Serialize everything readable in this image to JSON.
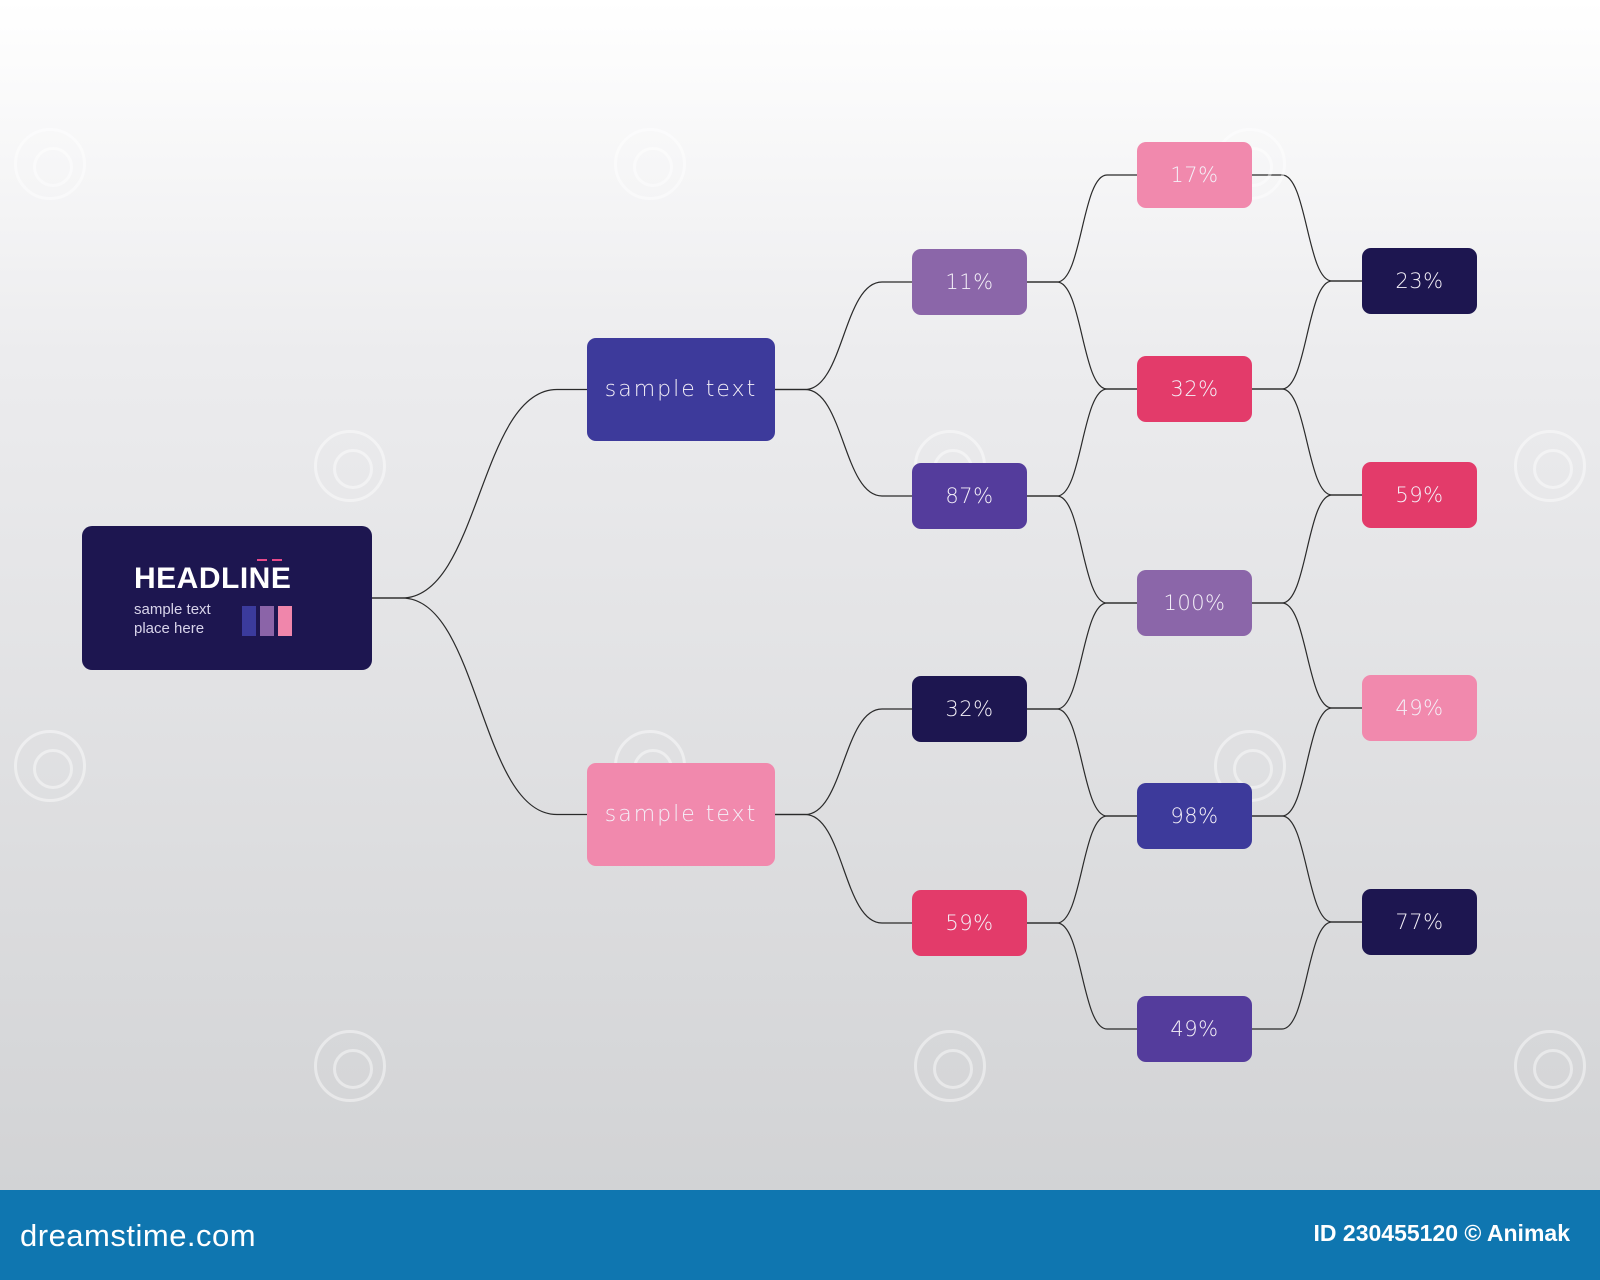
{
  "headline": {
    "title": "HEADLINE",
    "subtitle": "sample text place here",
    "bar_colors": [
      "#3b3b9c",
      "#8b64a8",
      "#f086ab"
    ]
  },
  "nodes": [
    {
      "id": "a",
      "label": "sample text",
      "color": "#3d3a9b"
    },
    {
      "id": "b",
      "label": "sample text",
      "color": "#f189ad"
    },
    {
      "id": "c1",
      "label": "11%",
      "color": "#8b66a9"
    },
    {
      "id": "c2",
      "label": "87%",
      "color": "#543c9c"
    },
    {
      "id": "c3",
      "label": "32%",
      "color": "#1d1650"
    },
    {
      "id": "c4",
      "label": "59%",
      "color": "#e33b6a"
    },
    {
      "id": "d1",
      "label": "17%",
      "color": "#f189ad"
    },
    {
      "id": "d2",
      "label": "32%",
      "color": "#e33b6a"
    },
    {
      "id": "d3",
      "label": "100%",
      "color": "#8b66a9"
    },
    {
      "id": "d4",
      "label": "98%",
      "color": "#3d3a9b"
    },
    {
      "id": "d5",
      "label": "49%",
      "color": "#543c9c"
    },
    {
      "id": "e1",
      "label": "23%",
      "color": "#1d1650"
    },
    {
      "id": "e2",
      "label": "59%",
      "color": "#e33b6a"
    },
    {
      "id": "e3",
      "label": "49%",
      "color": "#f189ad"
    },
    {
      "id": "e4",
      "label": "77%",
      "color": "#1d1650"
    }
  ],
  "edges": [
    [
      "root",
      "a"
    ],
    [
      "root",
      "b"
    ],
    [
      "a",
      "c1"
    ],
    [
      "a",
      "c2"
    ],
    [
      "b",
      "c3"
    ],
    [
      "b",
      "c4"
    ],
    [
      "c1",
      "d1"
    ],
    [
      "c1",
      "d2"
    ],
    [
      "c2",
      "d2"
    ],
    [
      "c2",
      "d3"
    ],
    [
      "c3",
      "d3"
    ],
    [
      "c3",
      "d4"
    ],
    [
      "c4",
      "d4"
    ],
    [
      "c4",
      "d5"
    ],
    [
      "d1",
      "e1"
    ],
    [
      "d2",
      "e1"
    ],
    [
      "d2",
      "e2"
    ],
    [
      "d3",
      "e2"
    ],
    [
      "d3",
      "e3"
    ],
    [
      "d4",
      "e3"
    ],
    [
      "d4",
      "e4"
    ],
    [
      "d5",
      "e4"
    ]
  ],
  "line_color": "#2a2a2a",
  "footer": {
    "brand": "dreamstime.com",
    "credit": "ID 230455120 © Animak"
  }
}
